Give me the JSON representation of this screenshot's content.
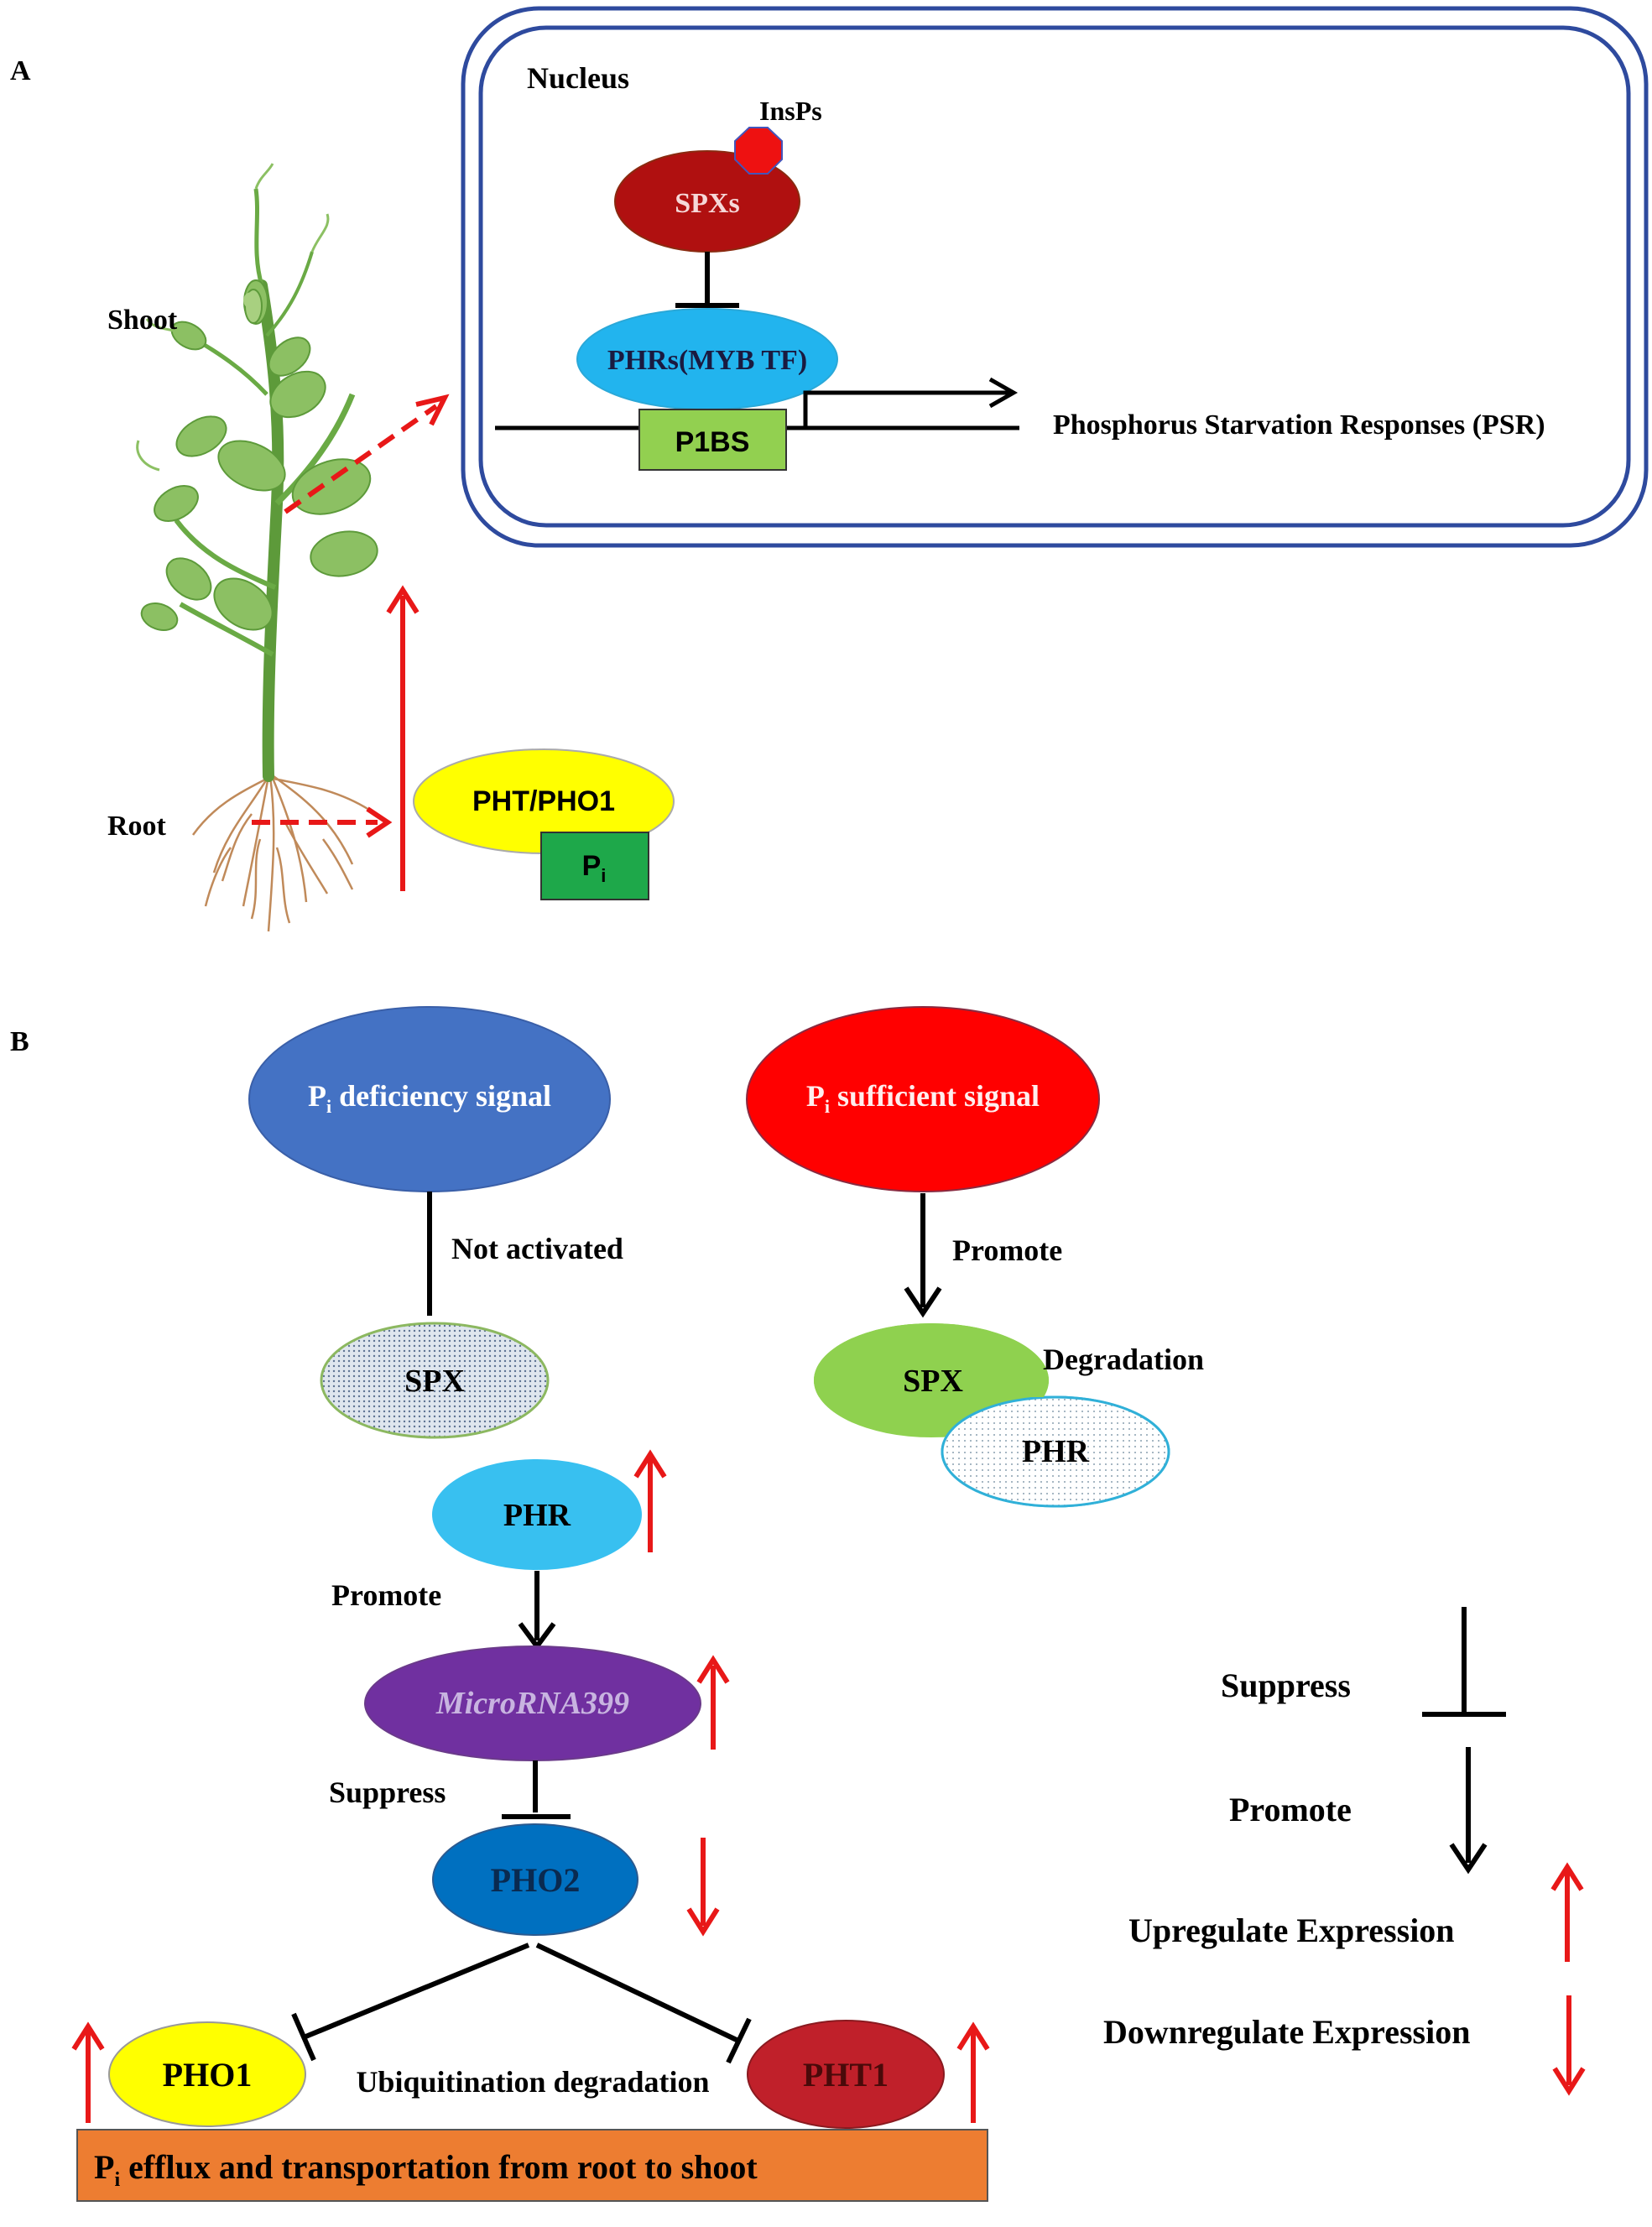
{
  "panel_a": {
    "label": "A",
    "nucleus_label": "Nucleus",
    "insps_label": "InsPs",
    "spxs_label": "SPXs",
    "phrs_label": "PHRs(MYB TF)",
    "p1bs_label": "P1BS",
    "psr_label": "Phosphorus Starvation Responses (PSR)",
    "shoot_label": "Shoot",
    "root_label": "Root",
    "transporter_label": "PHT/PHO1",
    "pi_main": "P",
    "pi_sub": "i"
  },
  "panel_b": {
    "label": "B",
    "deficiency": {
      "p": "P",
      "sub": "i",
      "rest": " deficiency signal"
    },
    "sufficient": {
      "p": "P",
      "sub": "i",
      "rest": " sufficient signal"
    },
    "not_activated": "Not activated",
    "promote_right": "Promote",
    "spx_left": "SPX",
    "spx_right": "SPX",
    "degradation": "Degradation",
    "phr_right": "PHR",
    "phr_left": "PHR",
    "promote_left": "Promote",
    "microrna": "MicroRNA399",
    "suppress_left": "Suppress",
    "pho2": "PHO2",
    "pho1": "PHO1",
    "pht1": "PHT1",
    "ubiquitination": "Ubiquitination degradation",
    "efflux": {
      "p": "P",
      "sub": "i",
      "rest": " efflux and transportation from root to shoot"
    }
  },
  "legend": {
    "suppress": "Suppress",
    "promote": "Promote",
    "upregulate": "Upregulate Expression",
    "downregulate": "Downregulate Expression"
  },
  "colors": {
    "nucleus_border": "#2e4a9e",
    "spxs": "#b01010",
    "insps": "#ee1111",
    "phrs": "#22b4ee",
    "p1bs": "#92d050",
    "arrow_red": "#e81818",
    "transporter": "#ffff00",
    "pi_box": "#1ea84a",
    "deficiency": "#4472c4",
    "sufficient": "#ff0000",
    "spx_green": "#8fd14f",
    "phr_light": "#38c0f0",
    "microrna": "#7030a0",
    "pho2": "#0070c0",
    "pho1": "#ffff00",
    "pht1": "#c0202a",
    "efflux_bar": "#ed7d31"
  }
}
